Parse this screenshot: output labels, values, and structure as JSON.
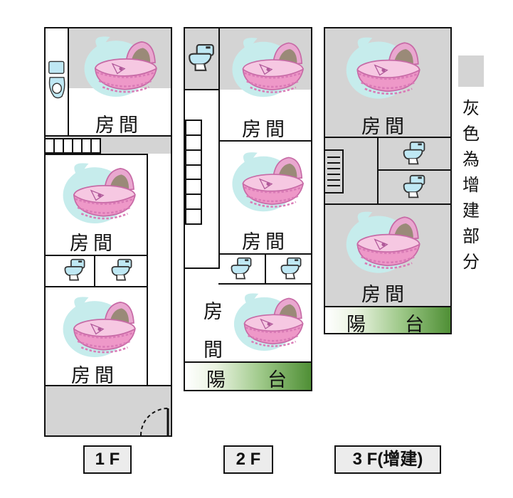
{
  "floors": {
    "f1": {
      "tag": "1 F",
      "rooms": [
        "房間",
        "房間",
        "房間"
      ]
    },
    "f2": {
      "tag": "2 F",
      "rooms": [
        "房間",
        "房間"
      ],
      "vertical_room": [
        "房",
        "間"
      ],
      "balcony": [
        "陽",
        "台"
      ]
    },
    "f3": {
      "tag": "3 F(增建)",
      "rooms": [
        "房間",
        "房間"
      ],
      "balcony": [
        "陽",
        "台"
      ]
    }
  },
  "legend": {
    "chars": [
      "灰",
      "色",
      "為",
      "增",
      "建",
      "部",
      "分"
    ]
  },
  "colors": {
    "extension_grey": "#d4d4d4",
    "balcony_green": "#4f8f35",
    "wall": "#111111"
  },
  "icons": {
    "bed": "cradle-bed-icon",
    "toilet": "toilet-icon",
    "door": "door-swing-icon"
  }
}
